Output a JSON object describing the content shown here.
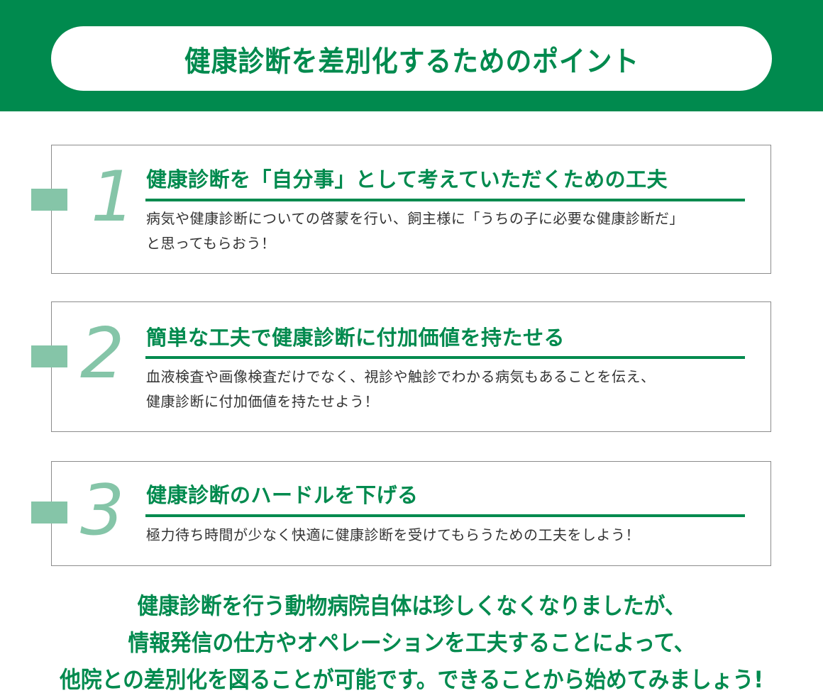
{
  "header": {
    "title": "健康診断を差別化するためのポイント"
  },
  "points": [
    {
      "number": "1",
      "title": "健康診断を「自分事」として考えていただくための工夫",
      "body": "病気や健康診断についての啓蒙を行い、飼主様に「うちの子に必要な健康診断だ」\nと思ってもらおう！"
    },
    {
      "number": "2",
      "title": "簡単な工夫で健康診断に付加価値を持たせる",
      "body": "血液検査や画像検査だけでなく、視診や触診でわかる病気もあることを伝え、\n健康診断に付加価値を持たせよう！"
    },
    {
      "number": "3",
      "title": "健康診断のハードルを下げる",
      "body": "極力待ち時間が少なく快適に健康診断を受けてもらうための工夫をしよう！"
    }
  ],
  "closing": {
    "lines": [
      "健康診断を行う動物病院自体は珍しくなくなりましたが、",
      "情報発信の仕方やオペレーションを工夫することによって、",
      "他院との差別化を図ることが可能です。できることから始めてみましょう!"
    ]
  },
  "colors": {
    "brand_green": "#008a4e",
    "accent_light_green": "#85c5a8",
    "card_border": "#8c8c8c",
    "body_text": "#333333"
  }
}
